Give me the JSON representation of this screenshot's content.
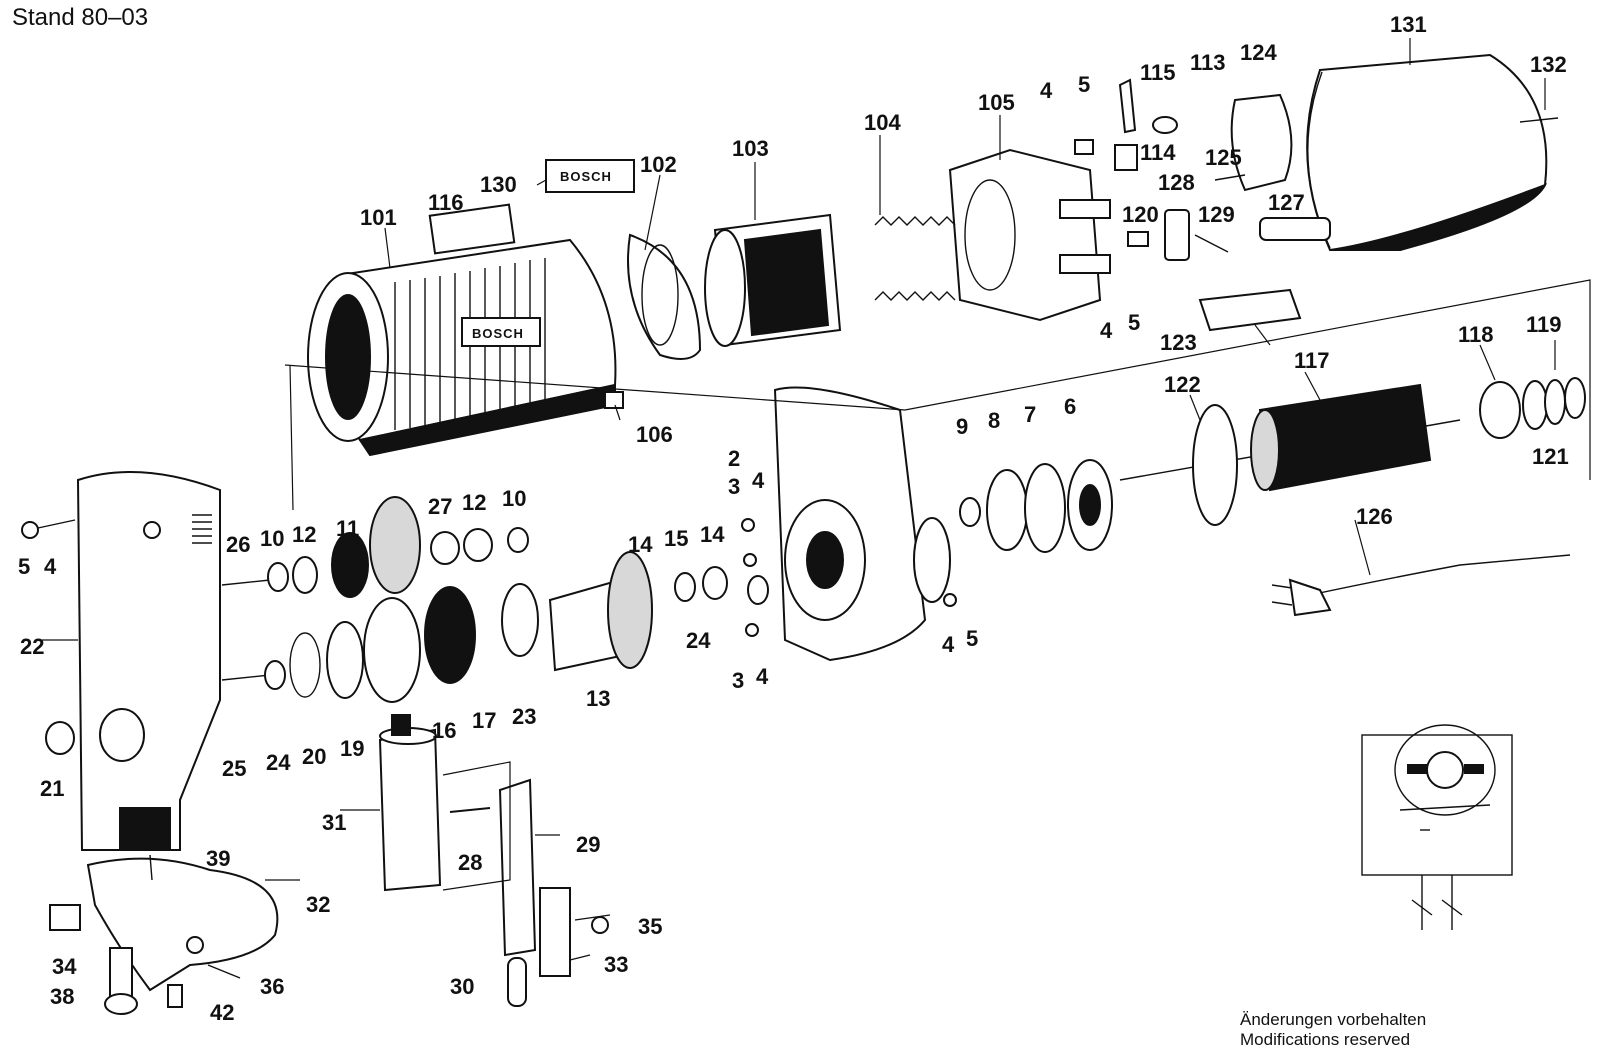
{
  "header": {
    "stand": "Stand 80–03"
  },
  "brand_marks": [
    "BOSCH",
    "BOSCH"
  ],
  "labels": [
    "131",
    "132",
    "115",
    "113",
    "124",
    "105",
    "4",
    "5",
    "114",
    "125",
    "104",
    "103",
    "130",
    "102",
    "116",
    "101",
    "128",
    "120",
    "129",
    "127",
    "4",
    "5",
    "123",
    "106",
    "118",
    "119",
    "117",
    "122",
    "121",
    "9",
    "8",
    "7",
    "6",
    "2",
    "3",
    "4",
    "27",
    "12",
    "10",
    "11",
    "26",
    "10",
    "12",
    "5",
    "4",
    "22",
    "14",
    "15",
    "14",
    "24",
    "3",
    "4",
    "4",
    "5",
    "126",
    "13",
    "23",
    "17",
    "16",
    "19",
    "20",
    "24",
    "25",
    "21",
    "31",
    "28",
    "29",
    "39",
    "32",
    "34",
    "38",
    "42",
    "36",
    "30",
    "33",
    "35"
  ],
  "notice": {
    "line1": "Änderungen vorbehalten",
    "line2": "Modifications reserved"
  }
}
